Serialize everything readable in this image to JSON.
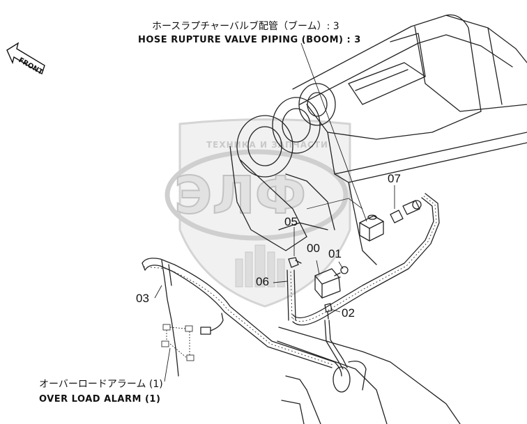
{
  "diagram": {
    "title_jp_top": "ホースラプチャーバルブ配管（ブーム）: 3",
    "title_en_top": "HOSE RUPTURE VALVE PIPING (BOOM) : 3",
    "title_jp_bottom": "オーバーロードアラーム (1)",
    "title_en_bottom": "OVER LOAD ALARM (1)",
    "front_label": "FRONT",
    "callouts": {
      "c00": "00",
      "c01": "01",
      "c02": "02",
      "c03": "03",
      "c05": "05",
      "c06": "06",
      "c07": "07"
    },
    "watermark": {
      "line1": "ТЕХНИКА И ЗАПЧАСТИ",
      "logo": "ЭЛФ"
    }
  },
  "colors": {
    "line": "#222222",
    "watermark": "#d6d6d6",
    "background": "#ffffff"
  }
}
